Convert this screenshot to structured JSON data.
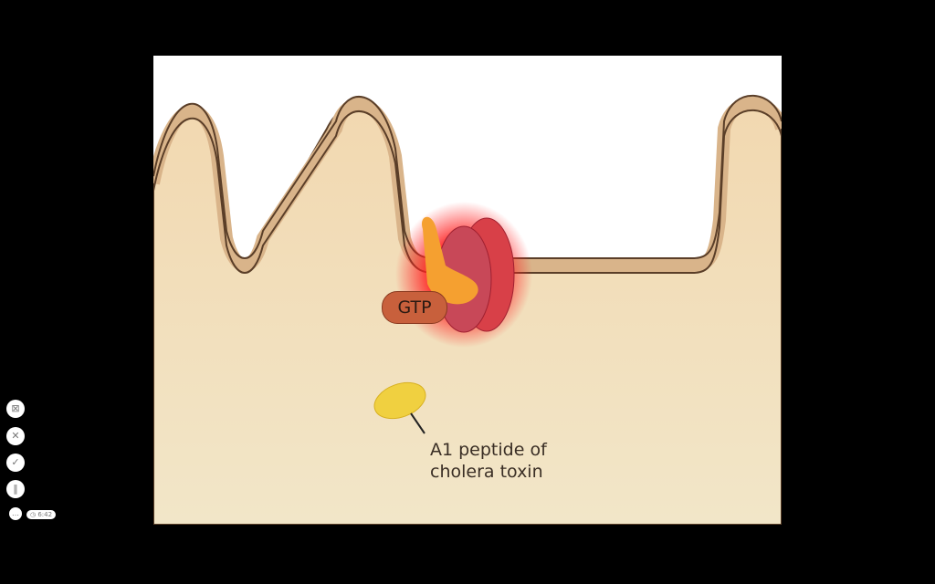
{
  "diagram": {
    "gtp_label": "GTP",
    "peptide_label_line1": "A1 peptide of",
    "peptide_label_line2": "cholera toxin"
  },
  "controls": {
    "timer": "6:42",
    "icons": [
      "camera-off-icon",
      "close-icon",
      "check-icon",
      "pause-icon",
      "more-icon"
    ]
  },
  "colors": {
    "cytoplasm": "#f2dcb8",
    "membrane": "#d9b48a",
    "outline": "#5a3e28",
    "protein": "#d84048",
    "glow": "#ff2020",
    "arm": "#f5a030",
    "peptide": "#f0d040"
  }
}
